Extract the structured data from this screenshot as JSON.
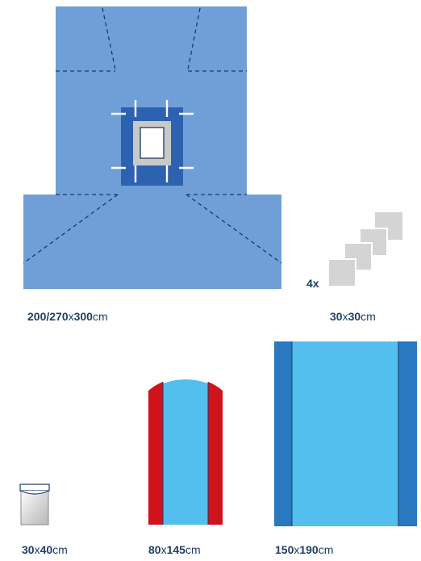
{
  "labels": {
    "drape": {
      "dims": "200/270",
      "x": "x",
      "dims2": "300",
      "unit": "cm"
    },
    "swabs": {
      "count": "4x",
      "dims": "30",
      "x": "x",
      "dims2": "30",
      "unit": "cm"
    },
    "pouch": {
      "dims": "30",
      "x": "x",
      "dims2": "40",
      "unit": "cm"
    },
    "cover": {
      "dims": "80",
      "x": "x",
      "dims2": "145",
      "unit": "cm"
    },
    "table": {
      "dims": "150",
      "x": "x",
      "dims2": "190",
      "unit": "cm"
    }
  },
  "colors": {
    "drape_blue": "#6f9fd6",
    "fenestration_blue": "#2d62b0",
    "light_blue": "#52bfee",
    "stripe_blue": "#2879c0",
    "red": "#d0121b",
    "gray": "#d4d4d4",
    "text": "#1f3f66"
  }
}
